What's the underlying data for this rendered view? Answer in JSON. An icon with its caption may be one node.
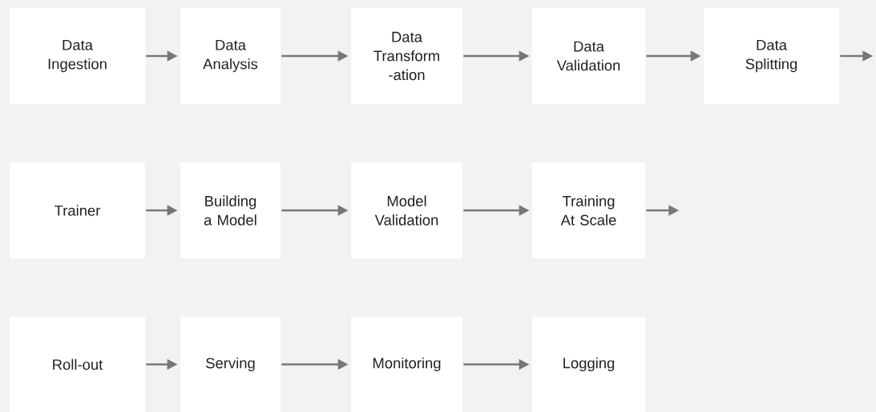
{
  "diagram": {
    "nodes": [
      {
        "text": [
          "Data Ingestion"
        ]
      },
      {
        "text": [
          "Data Analysis"
        ]
      },
      {
        "text": [
          "Data Transform -ation"
        ]
      },
      {
        "text": [
          "Data Validation"
        ]
      },
      {
        "text": [
          "Data Splitting"
        ]
      },
      {
        "text": [
          "Trainer"
        ]
      },
      {
        "text": [
          "Building a Model"
        ]
      },
      {
        "text": [
          "Model Validation"
        ]
      },
      {
        "text": [
          "Training At Scale"
        ]
      },
      {
        "text": [
          "Roll-out"
        ]
      },
      {
        "text": [
          "Serving"
        ]
      },
      {
        "text": [
          "Monitoring"
        ]
      },
      {
        "text": [
          "Logging"
        ]
      }
    ],
    "edges": [
      {
        "from": 0,
        "to": 1,
        "arrow": "to"
      },
      {
        "from": 1,
        "to": 2,
        "arrow": "to"
      },
      {
        "from": 2,
        "to": 3,
        "arrow": "to"
      },
      {
        "from": 3,
        "to": 4,
        "arrow": "to"
      },
      {
        "from": 4,
        "to": null,
        "arrow": "to"
      },
      {
        "from": 5,
        "to": 6,
        "arrow": "to"
      },
      {
        "from": 6,
        "to": 7,
        "arrow": "to"
      },
      {
        "from": 7,
        "to": 8,
        "arrow": "to"
      },
      {
        "from": 8,
        "to": null,
        "arrow": "to"
      },
      {
        "from": 9,
        "to": 10,
        "arrow": "to"
      },
      {
        "from": 10,
        "to": 11,
        "arrow": "to"
      },
      {
        "from": 11,
        "to": 12,
        "arrow": "to"
      }
    ]
  }
}
